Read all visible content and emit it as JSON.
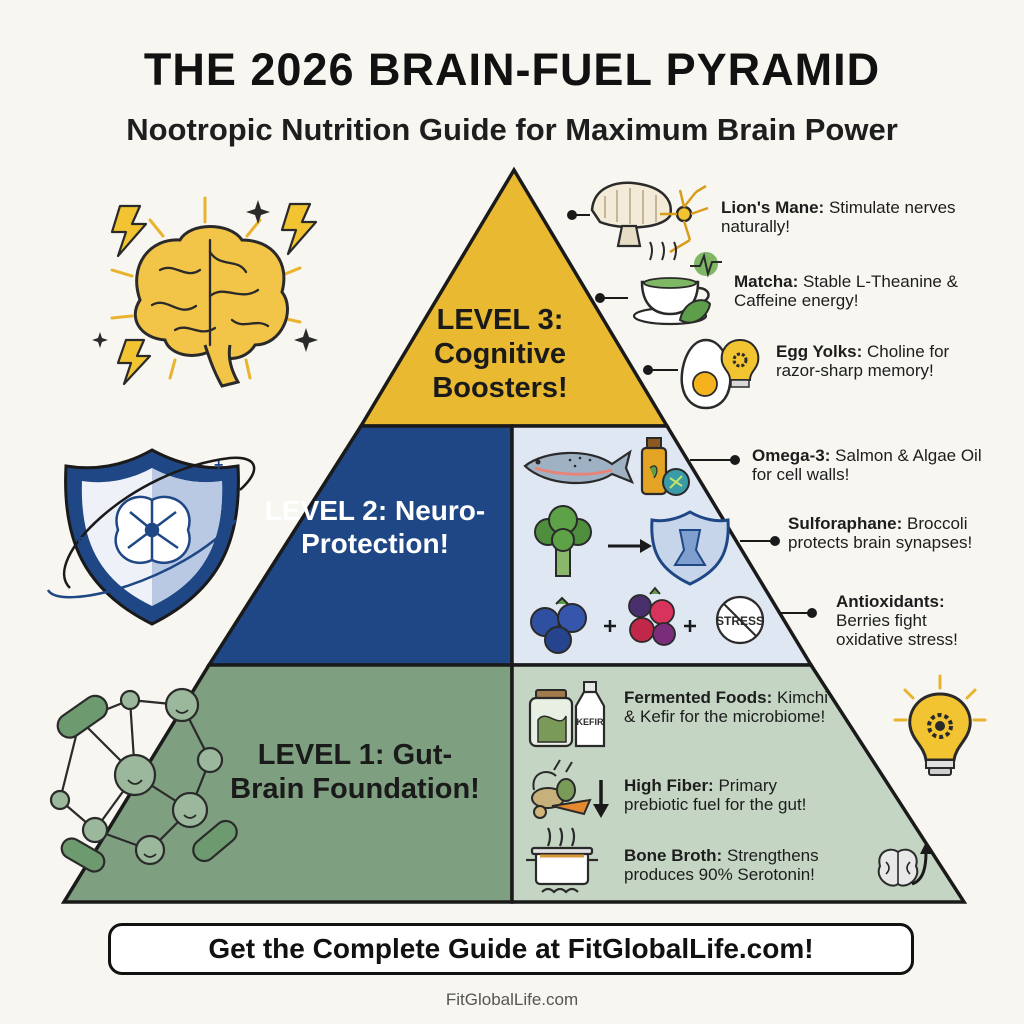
{
  "header": {
    "title": "THE 2026 BRAIN-FUEL PYRAMID",
    "subtitle": "Nootropic Nutrition Guide for Maximum Brain Power"
  },
  "levels": [
    {
      "id": "level3",
      "title": "LEVEL 3: Cognitive Boosters!",
      "color": "#e8b931",
      "notes": [
        {
          "bold": "Lion's Mane:",
          "text": " Stimulate nerves naturally!"
        },
        {
          "bold": "Matcha:",
          "text": " Stable L-Theanine & Caffeine energy!"
        },
        {
          "bold": "Egg Yolks:",
          "text": " Choline for razor-sharp memory!"
        }
      ]
    },
    {
      "id": "level2",
      "title": "LEVEL 2: Neuro-Protection!",
      "color": "#1f4785",
      "panel_color": "#dfe7f3",
      "notes": [
        {
          "bold": "Omega-3:",
          "text": " Salmon & Algae Oil for cell walls!"
        },
        {
          "bold": "Sulforaphane:",
          "text": " Broccoli protects brain synapses!"
        },
        {
          "bold": "Antioxidants:",
          "text": " Berries fight oxidative stress!"
        }
      ]
    },
    {
      "id": "level1",
      "title": "LEVEL 1: Gut-Brain Foundation!",
      "color": "#7e9f80",
      "panel_color": "#c5d5c4",
      "notes": [
        {
          "bold": "Fermented Foods:",
          "text": " Kimchi & Kefir for the microbiome!"
        },
        {
          "bold": "High Fiber:",
          "text": " Primary prebiotic fuel for the gut!"
        },
        {
          "bold": "Bone Broth:",
          "text": " Strengthens produces 90% Serotonin!"
        }
      ]
    }
  ],
  "labels": {
    "kefir": "KEFIR",
    "stress": "STRESS"
  },
  "icons": [
    "brain-icon",
    "lightning-icon",
    "sparkle-icon",
    "shield-brain-icon",
    "microbe-network-icon",
    "lightbulb-gear-icon",
    "mushroom-icon",
    "neuron-icon",
    "matcha-cup-icon",
    "egg-icon",
    "salmon-icon",
    "oil-bottle-icon",
    "broccoli-icon",
    "blueberries-icon",
    "raspberries-icon",
    "jar-icon",
    "kefir-bottle-icon",
    "vegetables-icon",
    "broth-pot-icon",
    "small-brain-icon"
  ],
  "cta": "Get the Complete Guide at FitGlobalLife.com!",
  "footer": "FitGlobalLife.com"
}
